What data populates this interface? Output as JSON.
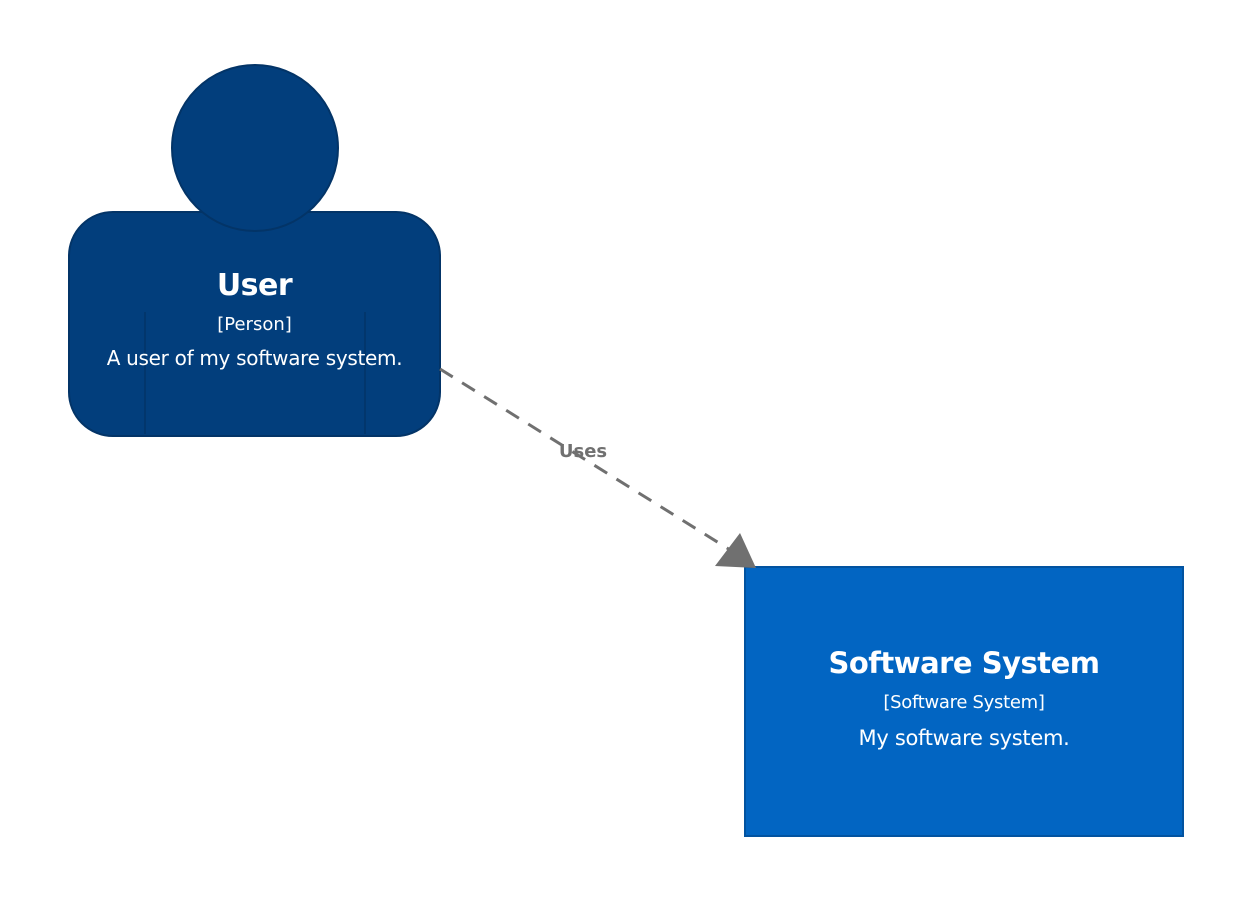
{
  "elements": {
    "person": {
      "name": "User",
      "type": "[Person]",
      "description": "A user of my software system.",
      "color": "#023e7c"
    },
    "software_system": {
      "name": "Software System",
      "type": "[Software System]",
      "description": "My software system.",
      "color": "#0265c2"
    }
  },
  "relationships": [
    {
      "from": "User",
      "to": "Software System",
      "label": "Uses",
      "style": "dashed",
      "color": "#707070"
    }
  ]
}
